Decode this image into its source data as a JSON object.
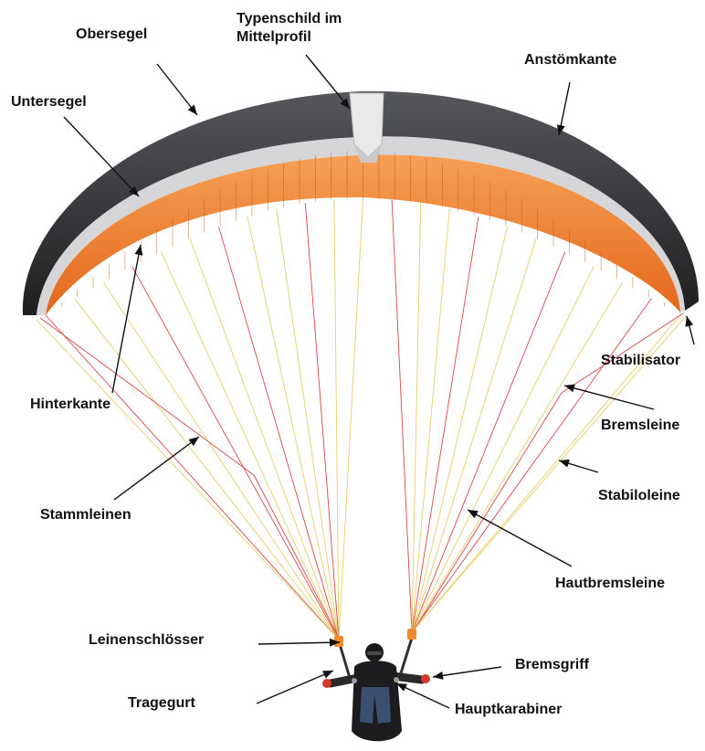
{
  "labels": {
    "obersegel": "Obersegel",
    "typenschild_1": "Typenschild im",
    "typenschild_2": "Mittelprofil",
    "anstroemkante": "Anstömkante",
    "untersegel": "Untersegel",
    "stabilisator": "Stabilisator",
    "hinterkante": "Hinterkante",
    "bremsleine": "Bremsleine",
    "stabiloleine": "Stabiloleine",
    "stammleinen": "Stammleinen",
    "hautbremsleine": "Hautbremsleine",
    "leinenschloesser": "Leinenschlösser",
    "bremsgriff": "Bremsgriff",
    "tragegurt": "Tragegurt",
    "hauptkarabiner": "Hauptkarabiner"
  },
  "colors": {
    "canopy_top": "#2b2b2e",
    "canopy_grey": "#6d6f73",
    "canopy_light": "#d9d9db",
    "canopy_orange": "#e8701c",
    "canopy_orange_light": "#f29a4a",
    "line_red": "#d9464a",
    "line_yellow": "#e6cf6a",
    "pilot": "#1c1c1e"
  }
}
